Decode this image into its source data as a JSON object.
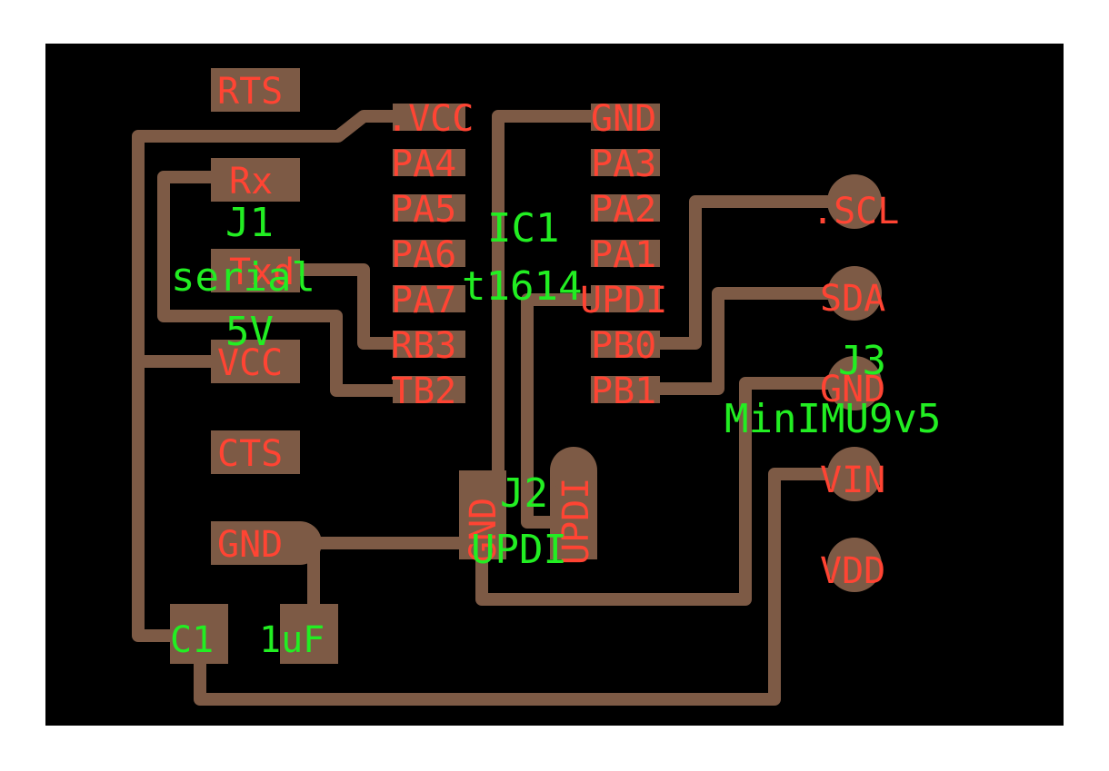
{
  "colors": {
    "background": "#000000",
    "copper": "#7d5a45",
    "pin_label": "#ff4433",
    "ref_label": "#22ee22",
    "page": "#ffffff"
  },
  "j1": {
    "pins": [
      "RTS",
      "Rx",
      "Txd",
      "VCC",
      "CTS",
      "GND"
    ],
    "ref": "J1",
    "value": "serial",
    "voltage": "5V"
  },
  "ic1": {
    "ref": "IC1",
    "value": "t1614",
    "left_pins": [
      ".VCC",
      "PA4",
      "PA5",
      "PA6",
      "PA7",
      "RB3",
      "TB2"
    ],
    "right_pins": [
      "GND",
      "PA3",
      "PA2",
      "PA1",
      "UPDI",
      "PB0",
      "PB1"
    ]
  },
  "j2": {
    "ref": "J2",
    "value": "UPDI",
    "pin_gnd": "GND",
    "pin_updi": "UPDI"
  },
  "j3": {
    "ref": "J3",
    "value": "MinIMU9v5",
    "pins": [
      ".SCL",
      "SDA",
      "GND",
      "VIN",
      "VDD"
    ]
  },
  "c1": {
    "ref": "C1",
    "value": "1uF"
  }
}
